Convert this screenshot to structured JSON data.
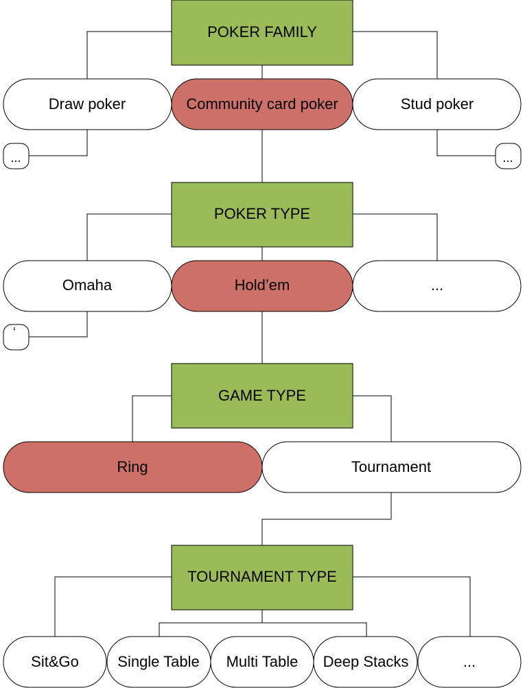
{
  "colors": {
    "header_fill": "#9bbb59",
    "selected_fill": "#cd7068",
    "option_fill": "#ffffff",
    "line": "#000000"
  },
  "levels": [
    {
      "header": "POKER FAMILY",
      "options": [
        {
          "label": "Draw poker",
          "selected": false
        },
        {
          "label": "Community card poker",
          "selected": true
        },
        {
          "label": "Stud poker",
          "selected": false
        }
      ],
      "stubs": [
        "...",
        "..."
      ]
    },
    {
      "header": "POKER TYPE",
      "options": [
        {
          "label": "Omaha",
          "selected": false
        },
        {
          "label": "Hold’em",
          "selected": true
        },
        {
          "label": "...",
          "selected": false
        }
      ],
      "stubs": [
        "‘"
      ]
    },
    {
      "header": "GAME TYPE",
      "options": [
        {
          "label": "Ring",
          "selected": true
        },
        {
          "label": "Tournament",
          "selected": false
        }
      ]
    },
    {
      "header": "TOURNAMENT TYPE",
      "options": [
        {
          "label": "Sit&Go",
          "selected": false
        },
        {
          "label": "Single Table",
          "selected": false
        },
        {
          "label": "Multi Table",
          "selected": false
        },
        {
          "label": "Deep Stacks",
          "selected": false
        },
        {
          "label": "...",
          "selected": false
        }
      ]
    }
  ]
}
